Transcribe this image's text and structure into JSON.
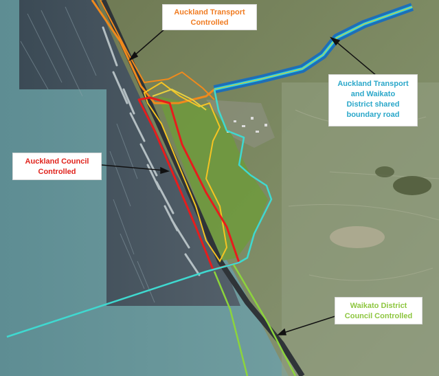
{
  "labels": {
    "auckland_transport": "Auckland Transport\nControlled",
    "shared_boundary": "Auckland Transport\nand Waikato\nDistrict shared\nboundary  road",
    "auckland_council": "Auckland Council\nControlled",
    "waikato_district": "Waikato District\nCouncil Controlled"
  },
  "colors": {
    "auckland_transport_text": "#f07c22",
    "shared_boundary_text": "#2aa7c9",
    "auckland_council_text": "#e0231c",
    "waikato_district_text": "#8dc63f",
    "auckland_transport_line": "#f08a1c",
    "shared_road_line": "#1e6fb8",
    "shared_road_highlight": "#2ad4e0",
    "auckland_council_boundary": "#e81c1c",
    "waikato_boundary": "#3fd9d0",
    "waikato_green_line": "#8cd43c",
    "inner_yellow_boundary": "#f5c423"
  }
}
